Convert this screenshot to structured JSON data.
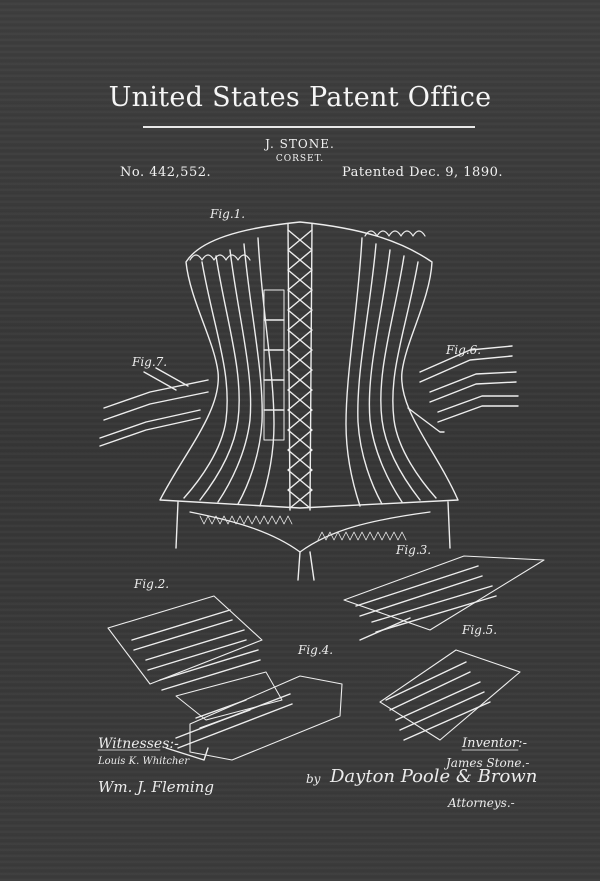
{
  "header": {
    "office": "United States Patent Office",
    "inventor": "J. STONE.",
    "subject": "CORSET.",
    "patent_number": "No. 442,552.",
    "patent_date": "Patented Dec. 9, 1890."
  },
  "figures": {
    "fig1": "Fig.1.",
    "fig2": "Fig.2.",
    "fig3": "Fig.3.",
    "fig4": "Fig.4.",
    "fig5": "Fig.5.",
    "fig6": "Fig.6.",
    "fig7": "Fig.7."
  },
  "signatures": {
    "witnesses_label": "Witnesses:-",
    "witness_1": "Louis K. Whitcher",
    "witness_2": "Wm. J. Fleming",
    "inventor_label": "Inventor:-",
    "inventor_signature": "James Stone.-",
    "by_label": "by",
    "attorney_signature": "Dayton Poole & Brown",
    "attorneys_label": "Attorneys.-"
  },
  "colors": {
    "background": "#3a3a3a",
    "ink": "#f2f2f2"
  }
}
